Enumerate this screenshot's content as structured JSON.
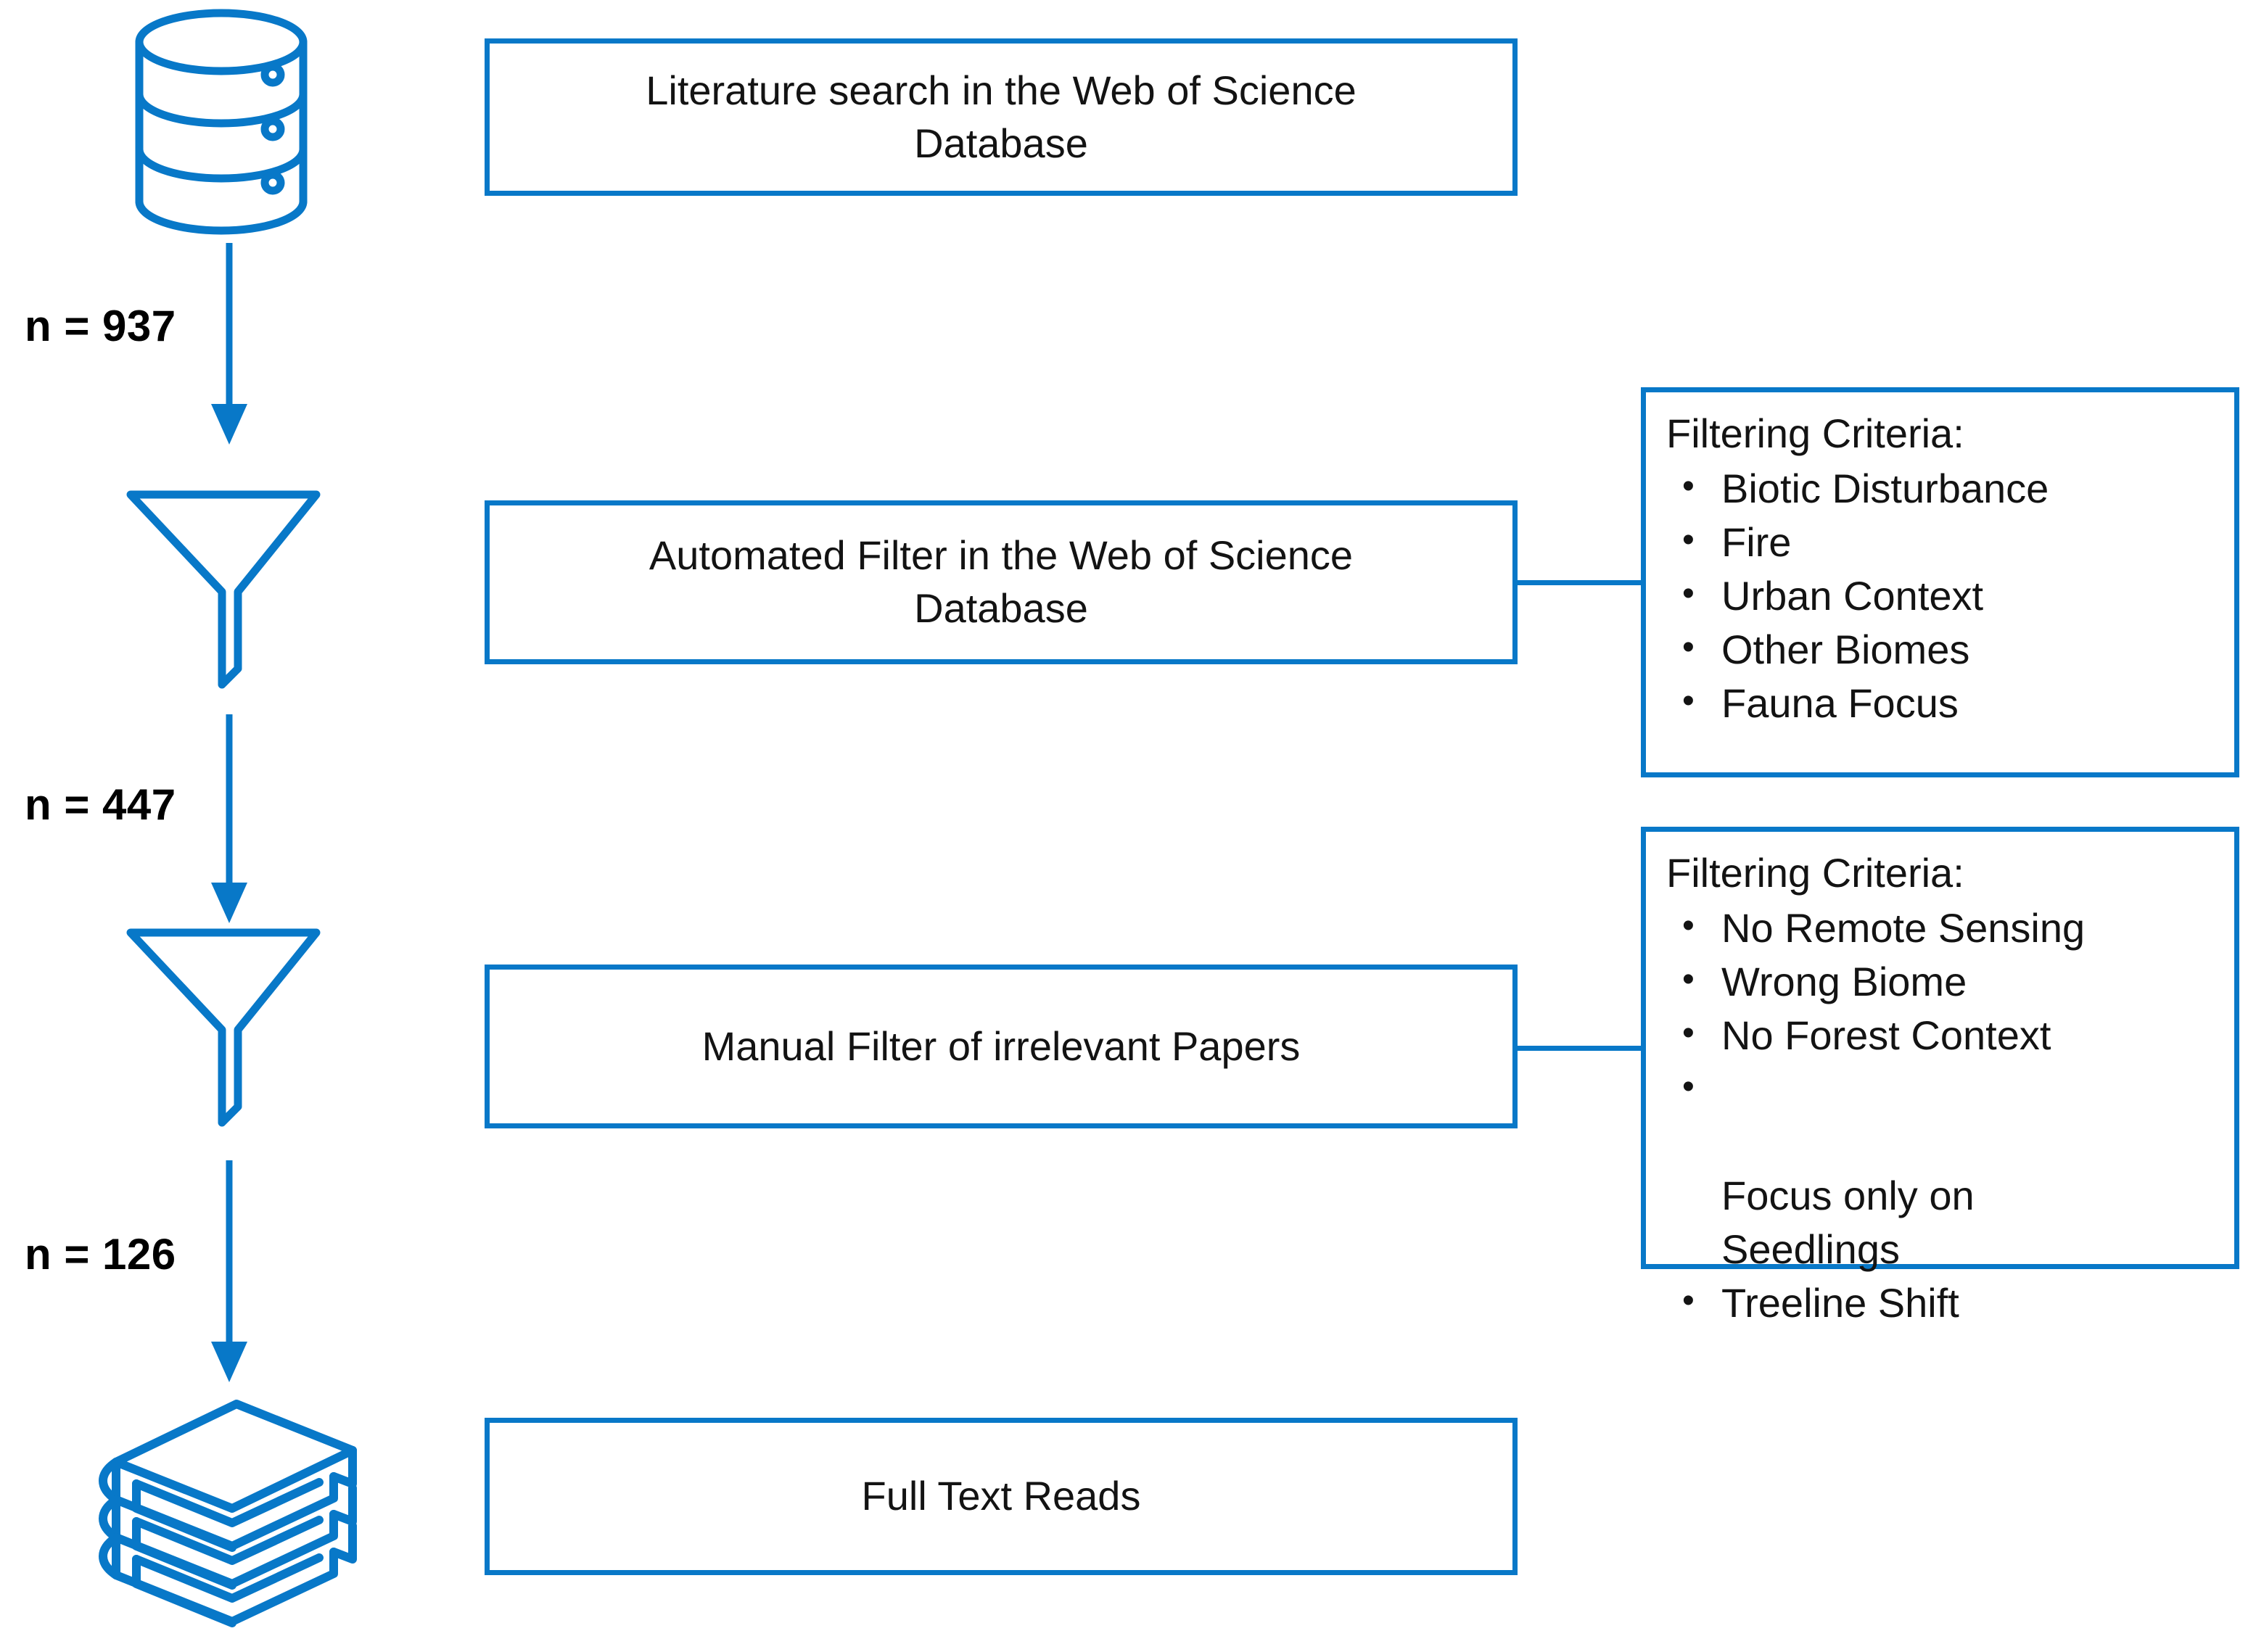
{
  "diagram": {
    "title": "Literature review selection flowchart",
    "accent_color": "#0878c8",
    "text_color": "#131313",
    "label_color": "#000000"
  },
  "stages": [
    {
      "icon": "database-icon",
      "box_label": "Literature search in the Web of Science\nDatabase"
    },
    {
      "icon": "funnel-icon",
      "box_label": "Automated Filter in the Web of Science\nDatabase"
    },
    {
      "icon": "funnel-icon",
      "box_label": "Manual Filter of irrelevant Papers"
    },
    {
      "icon": "book-stack-icon",
      "box_label": "Full Text Reads"
    }
  ],
  "flow_counts": [
    {
      "label": "n = 937"
    },
    {
      "label": "n = 447"
    },
    {
      "label": "n = 126"
    }
  ],
  "criteria_boxes": [
    {
      "title": "Filtering Criteria:",
      "bullet_glyph": "•",
      "items": [
        "Biotic Disturbance",
        "Fire",
        "Urban Context",
        "Other Biomes",
        "Fauna Focus"
      ]
    },
    {
      "title": "Filtering Criteria:",
      "bullet_glyph": "•",
      "items": [
        "No Remote Sensing",
        "Wrong Biome",
        "No Forest Context",
        "Focus only on\nSeedlings",
        "Treeline Shift"
      ]
    }
  ]
}
